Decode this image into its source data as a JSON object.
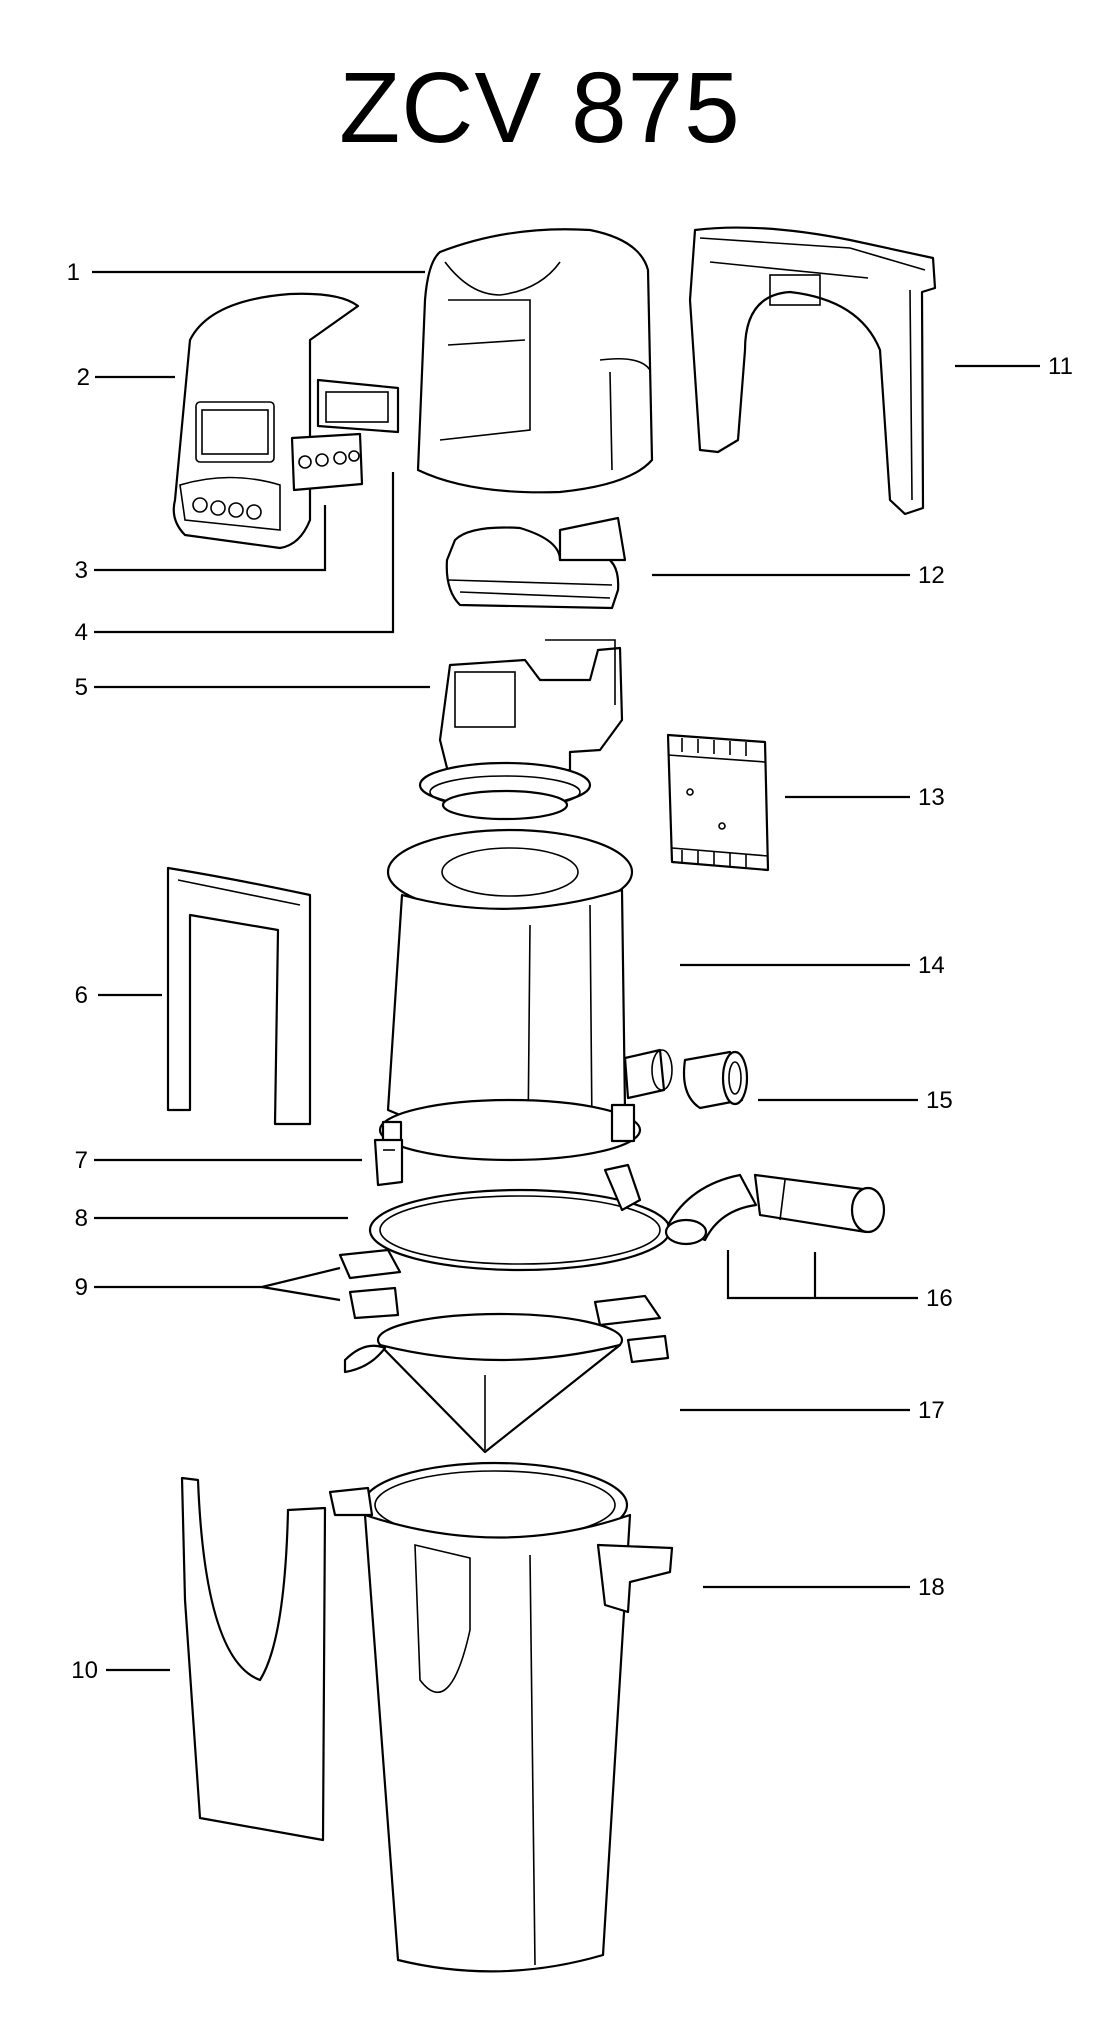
{
  "title": "ZCV 875",
  "parts": [
    "1",
    "2",
    "3",
    "4",
    "5",
    "6",
    "7",
    "8",
    "9",
    "10",
    "11",
    "12",
    "13",
    "14",
    "15",
    "16",
    "17",
    "18"
  ]
}
